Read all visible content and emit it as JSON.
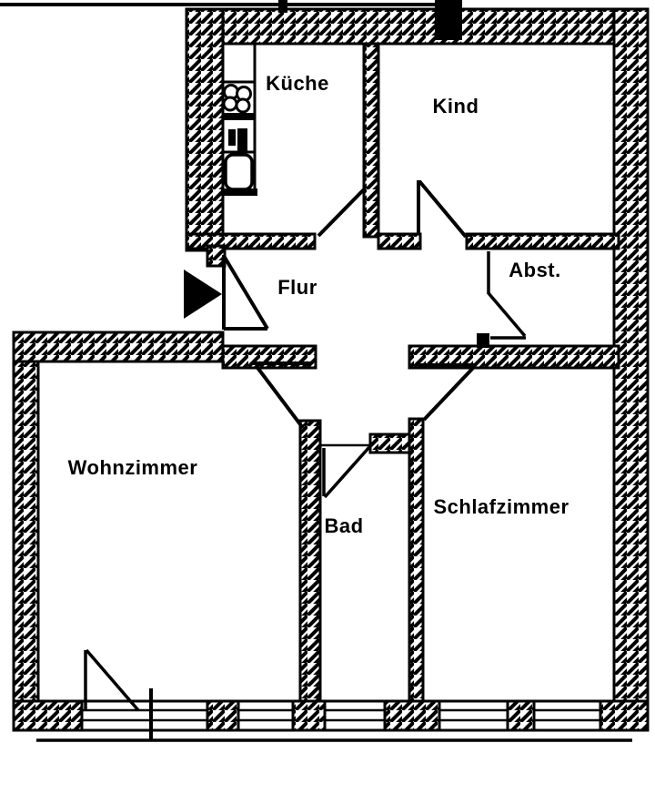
{
  "page": {
    "title": "Grundriss Wohnung / apartment floor plan",
    "background_color": "#ffffff",
    "ink_color": "#000000"
  },
  "floorplan": {
    "rooms": [
      {
        "id": "kueche",
        "label": "Küche"
      },
      {
        "id": "kind",
        "label": "Kind"
      },
      {
        "id": "flur",
        "label": "Flur"
      },
      {
        "id": "abstellraum",
        "label": "Abst."
      },
      {
        "id": "wohnzimmer",
        "label": "Wohnzimmer"
      },
      {
        "id": "bad",
        "label": "Bad"
      },
      {
        "id": "schlafzimmer",
        "label": "Schlafzimmer"
      }
    ],
    "icons": [
      "entrance-arrow-icon",
      "stove-burners-icon",
      "oven-unit-icon",
      "sink-icon"
    ],
    "features": {
      "doors": [
        "entrance",
        "kueche",
        "kind",
        "abstellraum",
        "wohnzimmer",
        "schlafzimmer",
        "bad",
        "balcony"
      ],
      "windows_bottom_wall": 5
    }
  }
}
